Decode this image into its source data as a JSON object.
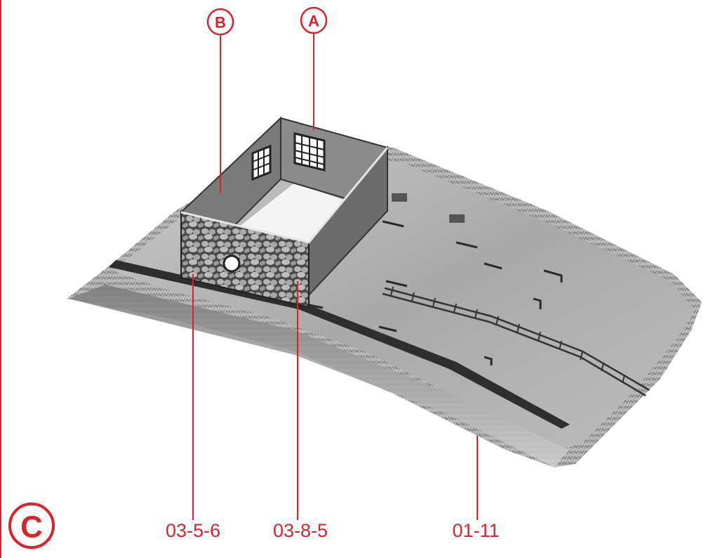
{
  "figure": {
    "callouts": [
      {
        "id": "A",
        "label": "A"
      },
      {
        "id": "B",
        "label": "B"
      }
    ],
    "step_label": "C",
    "part_numbers": [
      {
        "id": "stone-wall",
        "label": "03-5-6"
      },
      {
        "id": "wall-frame",
        "label": "03-8-5"
      },
      {
        "id": "base-plate",
        "label": "01-11"
      }
    ],
    "colors": {
      "accent": "#d8232a",
      "model": "#9a9a9a",
      "shadow": "#3a3a3a"
    }
  }
}
